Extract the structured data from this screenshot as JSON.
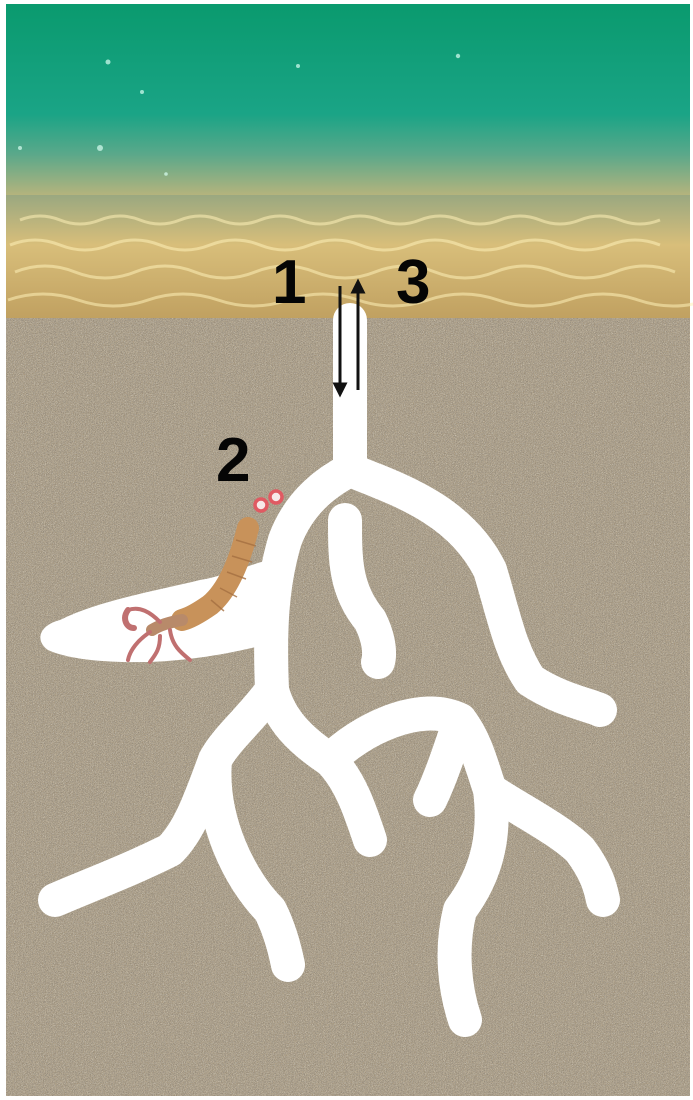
{
  "labels": {
    "step_1": "1",
    "step_2": "2",
    "step_3": "3"
  },
  "colors": {
    "water_top": "#0b9a72",
    "water_mid": "#1aa889",
    "seabed_light": "#e8c87a",
    "sediment_base": "#a8977a",
    "burrow_fill": "#ffffff",
    "arrow": "#111111",
    "egg_ring": "#e05a62",
    "shrimp_body": "#c8925a",
    "shrimp_claw": "#c07070"
  },
  "icons": {
    "flow_in": "arrow-down-icon",
    "flow_out": "arrow-up-icon",
    "eggs": "egg-pair-icon",
    "animal": "shrimp-icon"
  }
}
